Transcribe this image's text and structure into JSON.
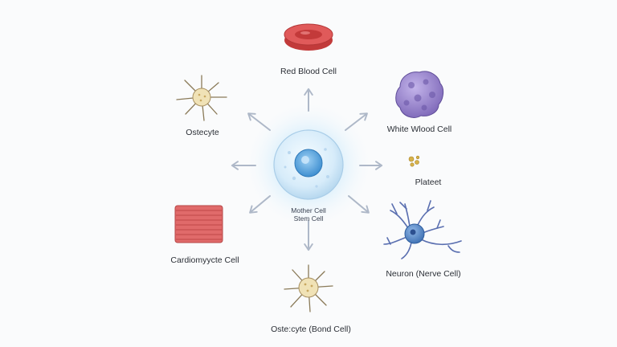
{
  "center": {
    "line1": "Mother Cell",
    "line2": "Stem Cell"
  },
  "cells": {
    "red_blood": "Red Blood Cell",
    "white_blood": "White Wlood Cell",
    "platelet": "Plateet",
    "neuron": "Neuron (Nerve Cell)",
    "osteocyte_bottom": "Oste:cyte (Bond Cell)",
    "cardiomyocyte": "Cardiomyycte Cell",
    "osteocyte_top": "Ostecyte"
  },
  "colors": {
    "arrow": "#aeb8c8",
    "red_blood": "#e05a5a",
    "white_blood": "#9a86cc",
    "platelet": "#d8b24a",
    "neuron": "#4d7fc0",
    "cardiomyocyte": "#e06a6a",
    "osteocyte": "#e8d8a8",
    "stem_glow": "#bfe4fb"
  }
}
